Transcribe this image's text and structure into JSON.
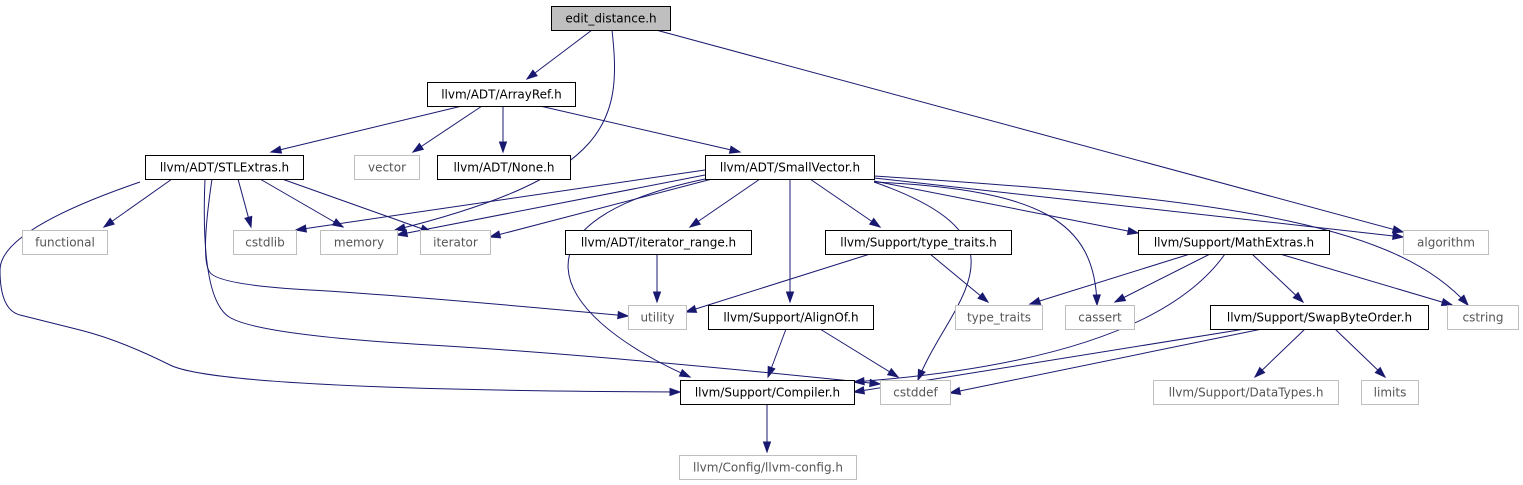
{
  "colors": {
    "edge": "#191970",
    "box_border": "#000000",
    "external_border": "#bfbfbf",
    "root_fill": "#bfbfbf",
    "fill": "#ffffff"
  },
  "nodes": [
    {
      "id": "edit_distance",
      "label": "edit_distance.h",
      "kind": "root"
    },
    {
      "id": "arrayref",
      "label": "llvm/ADT/ArrayRef.h",
      "kind": "local"
    },
    {
      "id": "stlextras",
      "label": "llvm/ADT/STLExtras.h",
      "kind": "local"
    },
    {
      "id": "vector",
      "label": "vector",
      "kind": "system"
    },
    {
      "id": "none",
      "label": "llvm/ADT/None.h",
      "kind": "local"
    },
    {
      "id": "smallvector",
      "label": "llvm/ADT/SmallVector.h",
      "kind": "local"
    },
    {
      "id": "functional",
      "label": "functional",
      "kind": "system"
    },
    {
      "id": "cstdlib",
      "label": "cstdlib",
      "kind": "system"
    },
    {
      "id": "memory",
      "label": "memory",
      "kind": "system"
    },
    {
      "id": "iterator",
      "label": "iterator",
      "kind": "system"
    },
    {
      "id": "iterator_range",
      "label": "llvm/ADT/iterator_range.h",
      "kind": "local"
    },
    {
      "id": "type_traits_h",
      "label": "llvm/Support/type_traits.h",
      "kind": "local"
    },
    {
      "id": "mathextras",
      "label": "llvm/Support/MathExtras.h",
      "kind": "local"
    },
    {
      "id": "algorithm",
      "label": "algorithm",
      "kind": "system"
    },
    {
      "id": "utility",
      "label": "utility",
      "kind": "system"
    },
    {
      "id": "alignof",
      "label": "llvm/Support/AlignOf.h",
      "kind": "local"
    },
    {
      "id": "type_traits",
      "label": "type_traits",
      "kind": "system"
    },
    {
      "id": "cassert",
      "label": "cassert",
      "kind": "system"
    },
    {
      "id": "swapbyteorder",
      "label": "llvm/Support/SwapByteOrder.h",
      "kind": "local"
    },
    {
      "id": "cstring",
      "label": "cstring",
      "kind": "system"
    },
    {
      "id": "compiler",
      "label": "llvm/Support/Compiler.h",
      "kind": "local"
    },
    {
      "id": "cstddef",
      "label": "cstddef",
      "kind": "system"
    },
    {
      "id": "datatypes",
      "label": "llvm/Support/DataTypes.h",
      "kind": "system"
    },
    {
      "id": "limits",
      "label": "limits",
      "kind": "system"
    },
    {
      "id": "llvm_config",
      "label": "llvm/Config/llvm-config.h",
      "kind": "system"
    }
  ],
  "edges": [
    {
      "from": "edit_distance",
      "to": "arrayref"
    },
    {
      "from": "edit_distance",
      "to": "memory"
    },
    {
      "from": "edit_distance",
      "to": "algorithm"
    },
    {
      "from": "arrayref",
      "to": "stlextras"
    },
    {
      "from": "arrayref",
      "to": "vector"
    },
    {
      "from": "arrayref",
      "to": "none"
    },
    {
      "from": "arrayref",
      "to": "smallvector"
    },
    {
      "from": "stlextras",
      "to": "functional"
    },
    {
      "from": "stlextras",
      "to": "cstdlib"
    },
    {
      "from": "stlextras",
      "to": "memory"
    },
    {
      "from": "stlextras",
      "to": "iterator"
    },
    {
      "from": "stlextras",
      "to": "utility"
    },
    {
      "from": "stlextras",
      "to": "cstddef"
    },
    {
      "from": "stlextras",
      "to": "compiler"
    },
    {
      "from": "smallvector",
      "to": "cstdlib"
    },
    {
      "from": "smallvector",
      "to": "memory"
    },
    {
      "from": "smallvector",
      "to": "iterator"
    },
    {
      "from": "smallvector",
      "to": "iterator_range"
    },
    {
      "from": "smallvector",
      "to": "type_traits_h"
    },
    {
      "from": "smallvector",
      "to": "mathextras"
    },
    {
      "from": "smallvector",
      "to": "algorithm"
    },
    {
      "from": "smallvector",
      "to": "alignof"
    },
    {
      "from": "smallvector",
      "to": "cassert"
    },
    {
      "from": "smallvector",
      "to": "cstring"
    },
    {
      "from": "smallvector",
      "to": "compiler"
    },
    {
      "from": "smallvector",
      "to": "cstddef"
    },
    {
      "from": "iterator_range",
      "to": "utility"
    },
    {
      "from": "type_traits_h",
      "to": "utility"
    },
    {
      "from": "type_traits_h",
      "to": "type_traits"
    },
    {
      "from": "mathextras",
      "to": "type_traits"
    },
    {
      "from": "mathextras",
      "to": "cassert"
    },
    {
      "from": "mathextras",
      "to": "swapbyteorder"
    },
    {
      "from": "mathextras",
      "to": "cstring"
    },
    {
      "from": "mathextras",
      "to": "compiler"
    },
    {
      "from": "alignof",
      "to": "compiler"
    },
    {
      "from": "alignof",
      "to": "cstddef"
    },
    {
      "from": "swapbyteorder",
      "to": "compiler"
    },
    {
      "from": "swapbyteorder",
      "to": "cstddef"
    },
    {
      "from": "swapbyteorder",
      "to": "datatypes"
    },
    {
      "from": "swapbyteorder",
      "to": "limits"
    },
    {
      "from": "compiler",
      "to": "llvm_config"
    }
  ]
}
